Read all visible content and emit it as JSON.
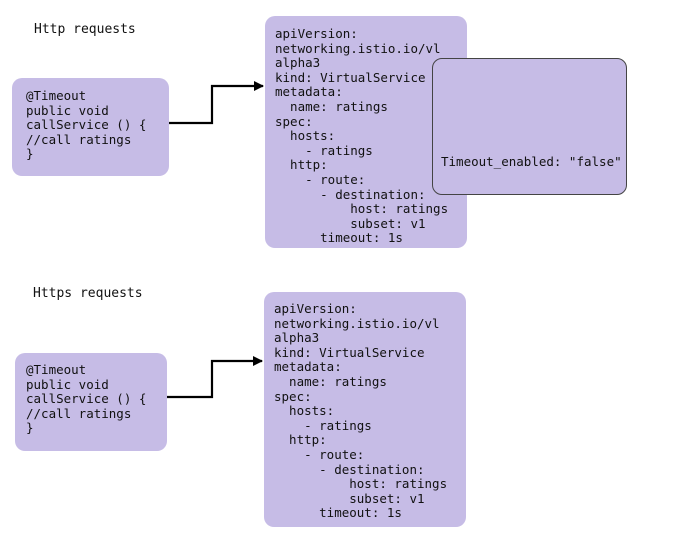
{
  "http": {
    "heading": "Http requests",
    "java_code": "@Timeout\npublic void\ncallService () {\n//call ratings\n}",
    "yaml_code": "apiVersion:\nnetworking.istio.io/vl\nalpha3\nkind: VirtualService\nmetadata:\n  name: ratings\nspec:\n  hosts:\n    - ratings\n  http:\n    - route:\n      - destination:\n          host: ratings\n          subset: v1\n      timeout: 1s",
    "overlay_text": "Timeout_enabled: \"false\""
  },
  "https": {
    "heading": "Https requests",
    "java_code": "@Timeout\npublic void\ncallService () {\n//call ratings\n}",
    "yaml_code": "apiVersion:\nnetworking.istio.io/vl\nalpha3\nkind: VirtualService\nmetadata:\n  name: ratings\nspec:\n  hosts:\n    - ratings\n  http:\n    - route:\n      - destination:\n          host: ratings\n          subset: v1\n      timeout: 1s"
  },
  "colors": {
    "box_fill": "#c6bce6",
    "overlay_border": "#444444",
    "arrow": "#000000"
  }
}
